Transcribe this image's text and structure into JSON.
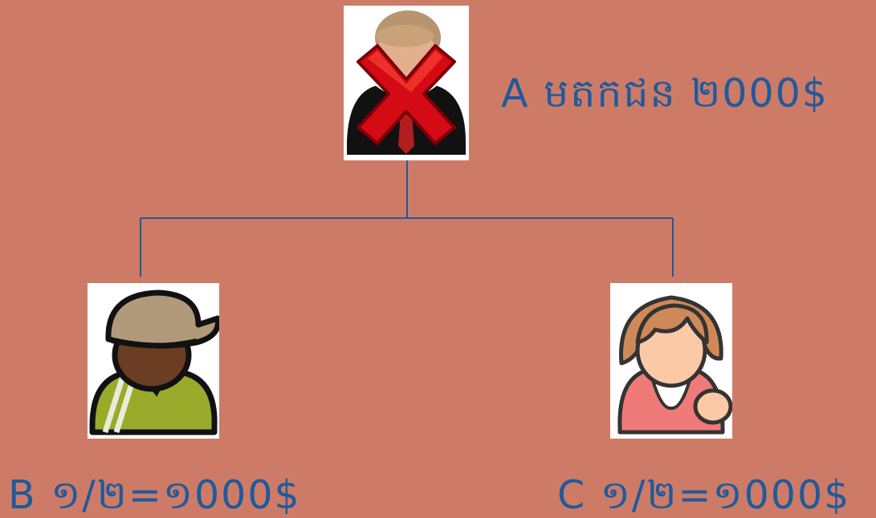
{
  "colors": {
    "background": "#cd7b67",
    "text": "#1f5a9c",
    "connector": "#1f5a9c",
    "cross": "#d40a14"
  },
  "nodes": {
    "a": {
      "label": "A មតកជន ២000$",
      "icon": "deceased-person-icon"
    },
    "b": {
      "label": "B ១/២=១000$",
      "icon": "boy-with-cap-icon"
    },
    "c": {
      "label": "C ១/២=១000$",
      "icon": "girl-icon"
    }
  }
}
